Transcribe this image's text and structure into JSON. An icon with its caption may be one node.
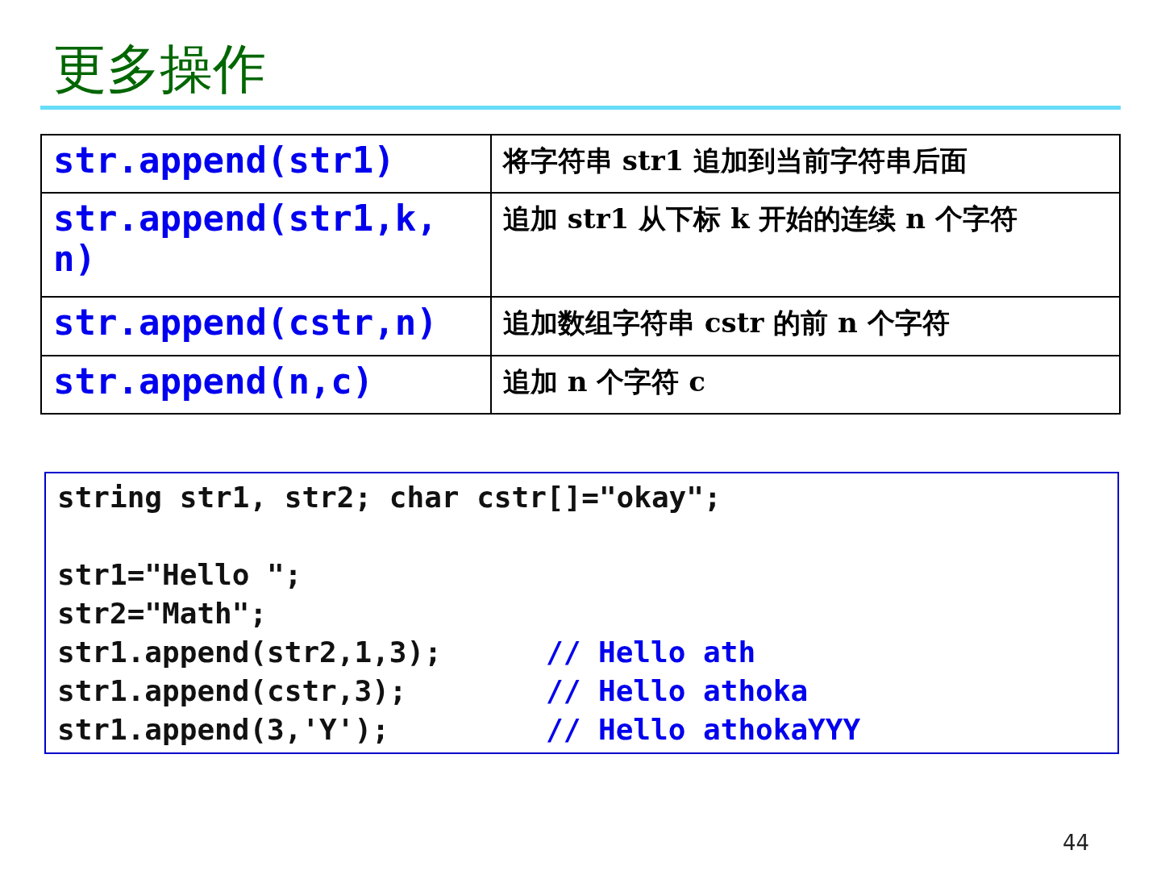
{
  "diagram": {
    "title": "更多操作",
    "labels": [
      "str.append(str1)",
      "将字符串 str1 追加到当前字符串后面",
      "str.append(str1,k,n)",
      "追加 str1 从下标 k 开始的连续 n 个字符",
      "str.append(cstr,n)",
      "追加数组字符串 cstr 的前 n 个字符",
      "str.append(n,c)",
      "追加 n 个字符 c",
      "string str1, str2; char cstr[]=\"okay\";",
      "str1=\"Hello \";",
      "str2=\"Math\";",
      "str1.append(str2,1,3);",
      "// Hello ath",
      "str1.append(cstr,3);",
      "// Hello athoka",
      "str1.append(3,'Y');",
      "// Hello athokaYYY",
      "44"
    ]
  }
}
